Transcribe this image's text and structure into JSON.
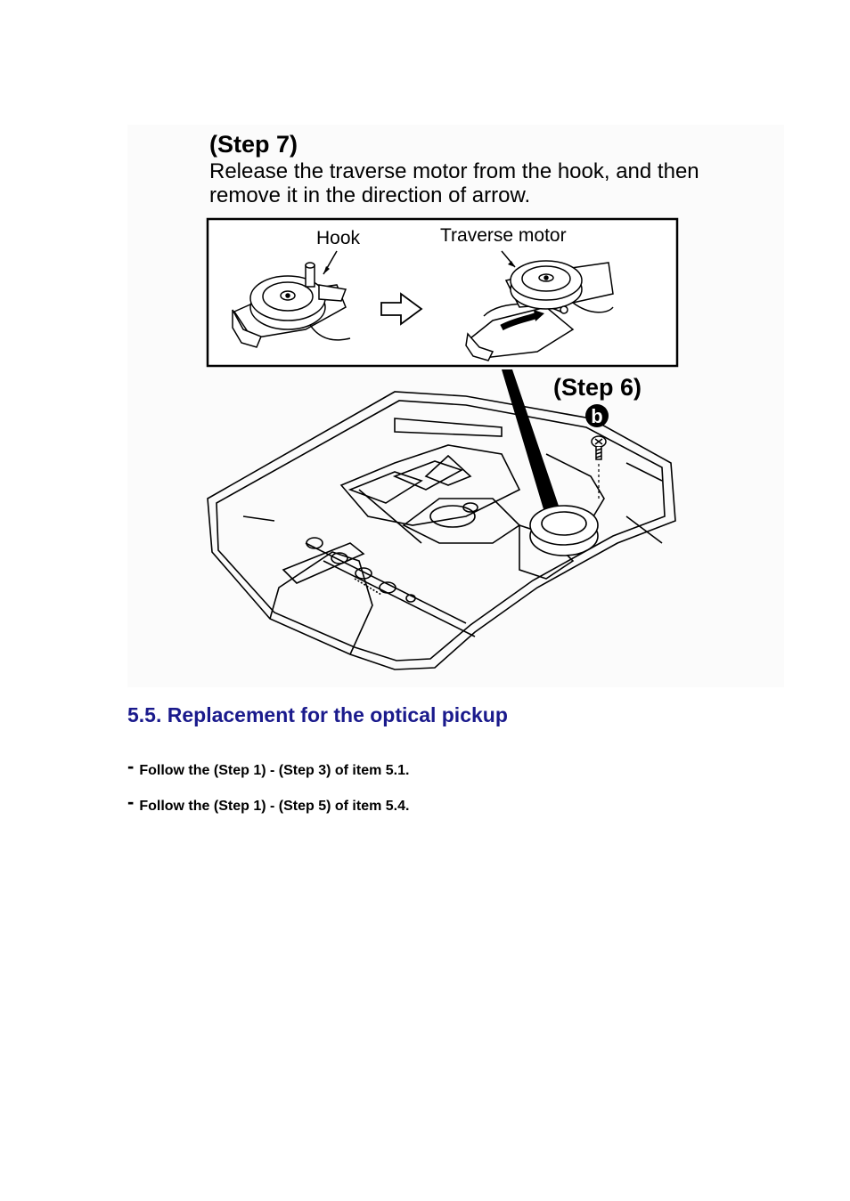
{
  "figure": {
    "step7": {
      "title": "(Step 7)",
      "description": "Release the traverse motor from the hook, and then remove it in the direction of arrow."
    },
    "inset": {
      "hook_label": "Hook",
      "motor_label": "Traverse motor"
    },
    "step6": {
      "title": "(Step 6)",
      "screw_marker": "b"
    }
  },
  "section": {
    "heading": "5.5. Replacement for the optical pickup",
    "bullets": [
      {
        "dash": "-",
        "text": "Follow the (Step 1) - (Step 3) of item 5.1."
      },
      {
        "dash": "-",
        "text": "Follow the (Step 1) - (Step 5) of item 5.4."
      }
    ]
  }
}
